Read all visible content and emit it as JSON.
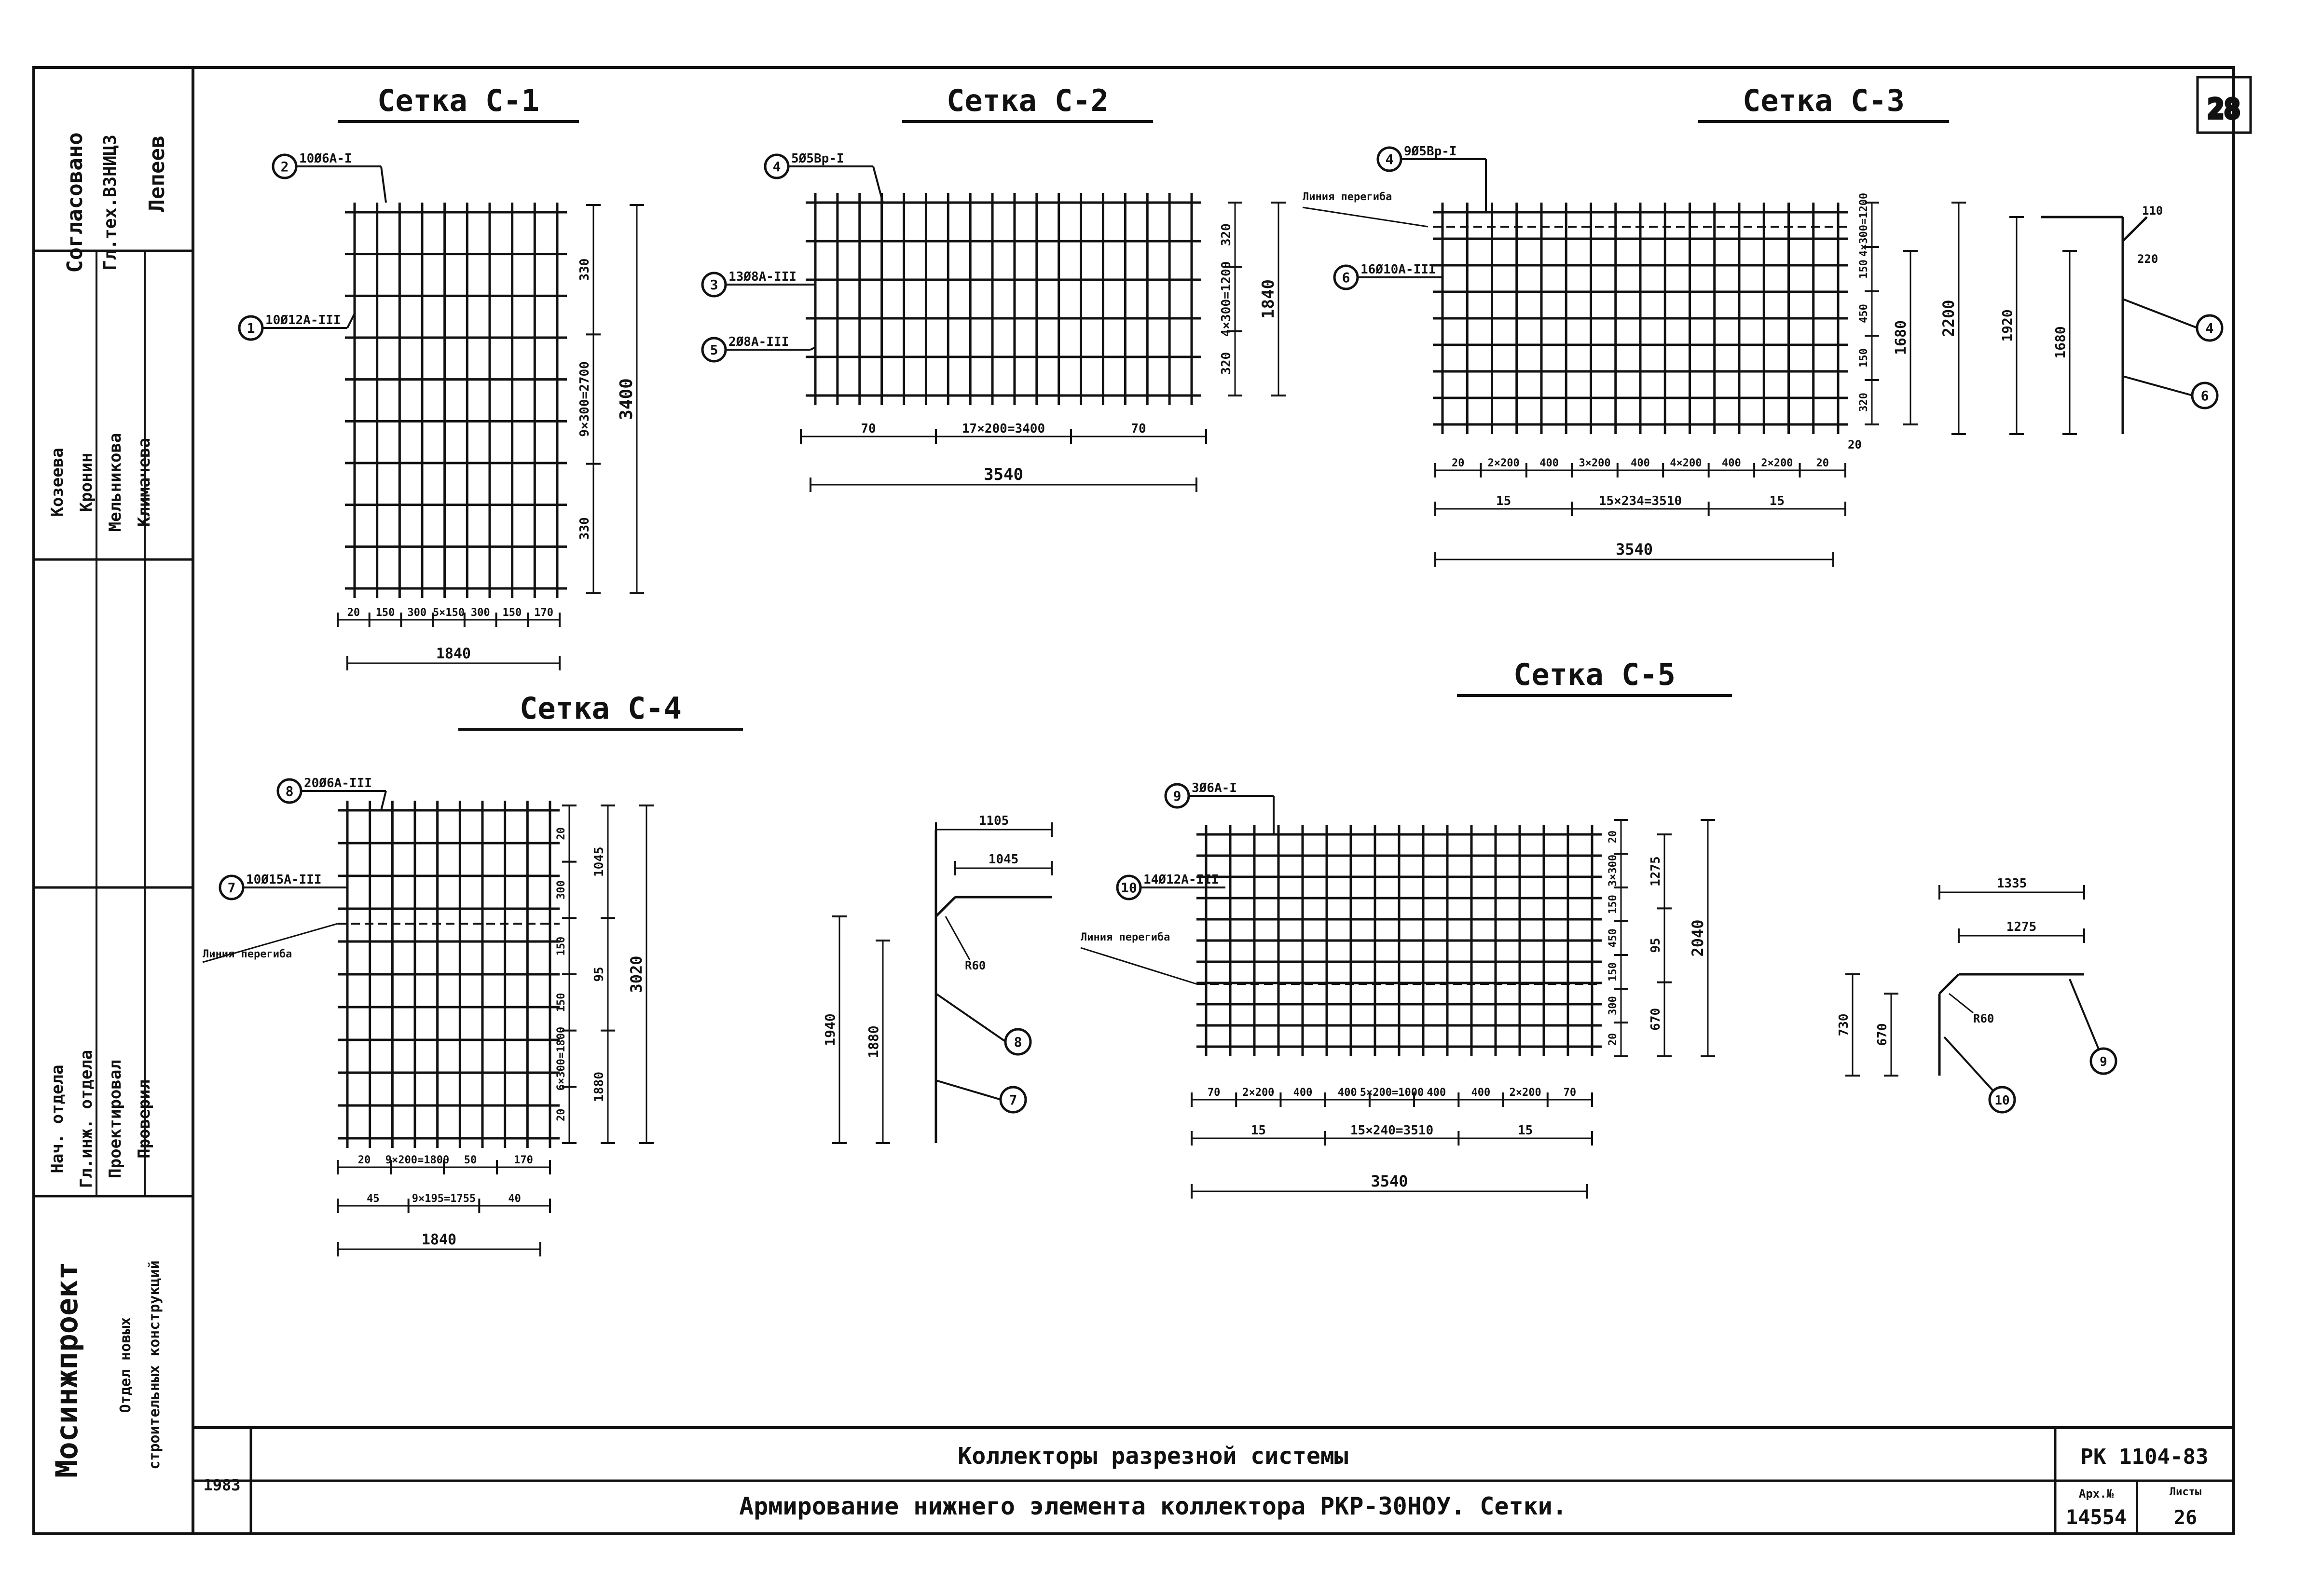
{
  "sheet_number": "28",
  "side_stamp": {
    "agreed_header": "Согласовано",
    "agreed_role": "Гл.тех.ВЗНИЦЗ",
    "agreed_name": "Лепеев",
    "roles": [
      "Нач. отдела",
      "Гл.инж. отдела",
      "Проектировал",
      "Проверил"
    ],
    "names": [
      "Козеева",
      "Кронин",
      "Мельникова",
      "Климачева"
    ],
    "org_name": "Мосинжпроект",
    "dept_line1": "Отдел новых",
    "dept_line2": "строительных конструкций"
  },
  "title_block": {
    "year": "1983",
    "subtitle": "Коллекторы разрезной системы",
    "title": "Армирование нижнего элемента коллектора РКР-30НОУ. Сетки.",
    "doc_code": "РК 1104-83",
    "archive_label": "Арх.№",
    "archive_number": "14554",
    "sheet_label": "Листы",
    "sheet_value": "26"
  },
  "meshes": {
    "c1": {
      "title": "Сетка С-1",
      "callouts": [
        {
          "num": "2",
          "spec": "10Ø6А-I"
        },
        {
          "num": "1",
          "spec": "10Ø12А-III"
        }
      ],
      "dims": {
        "bottom_chain": [
          "20",
          "150",
          "300",
          "5×150",
          "300",
          "150",
          "170"
        ],
        "overall_width": "1840",
        "right_chain": [
          "330",
          "9×300=2700",
          "330"
        ],
        "overall_height": "3400"
      }
    },
    "c2": {
      "title": "Сетка С-2",
      "callouts": [
        {
          "num": "4",
          "spec": "5Ø5Вр-I"
        },
        {
          "num": "3",
          "spec": "13Ø8А-III"
        },
        {
          "num": "5",
          "spec": "2Ø8А-III"
        }
      ],
      "dims": {
        "bottom_chain": [
          "70",
          "17×200=3400",
          "70"
        ],
        "overall_width": "3540",
        "right_chain": [
          "320",
          "4×300=1200",
          "320"
        ],
        "overall_height": "1840"
      }
    },
    "c3": {
      "title": "Сетка С-3",
      "callouts": [
        {
          "num": "4",
          "spec": "9Ø5Вр-I"
        },
        {
          "num": "6",
          "spec": "16Ø10А-III"
        }
      ],
      "bend_line": "Линия перегиба",
      "dims": {
        "bottom_chain1": [
          "20",
          "2×200",
          "400",
          "3×200",
          "400",
          "4×200",
          "400",
          "2×200",
          "20"
        ],
        "bottom_chain2": [
          "15",
          "15×234=3510",
          "15"
        ],
        "overall_width": "3540",
        "right_chain": [
          "4×300=1200",
          "150",
          "450",
          "150",
          "320"
        ],
        "right_inner": "1680",
        "overall_height": "2200",
        "bottom_right": "20"
      },
      "section": {
        "dims": [
          "1920",
          "1680",
          "110",
          "220"
        ],
        "labels": [
          "4",
          "6"
        ]
      }
    },
    "c4": {
      "title": "Сетка С-4",
      "callouts": [
        {
          "num": "8",
          "spec": "20Ø6А-III"
        },
        {
          "num": "7",
          "spec": "10Ø15А-III"
        }
      ],
      "bend_line": "Линия перегиба",
      "dims": {
        "bottom_chain1": [
          "20",
          "9×200=1800",
          "50",
          "170"
        ],
        "bottom_chain2": [
          "45",
          "9×195=1755",
          "40"
        ],
        "overall_width": "1840",
        "right_chain": [
          "20",
          "300",
          "150",
          "150",
          "6×300=1800",
          "20"
        ],
        "right_inner": [
          "1045",
          "95",
          "1880"
        ],
        "overall_height": "3020"
      },
      "section": {
        "dims": [
          "1105",
          "1045",
          "1940",
          "1880"
        ],
        "radius": "R60",
        "labels": [
          "8",
          "7"
        ]
      }
    },
    "c5": {
      "title": "Сетка С-5",
      "callouts": [
        {
          "num": "9",
          "spec": "3Ø6А-I"
        },
        {
          "num": "10",
          "spec": "14Ø12А-III"
        }
      ],
      "bend_line": "Линия перегиба",
      "dims": {
        "bottom_chain1": [
          "70",
          "2×200",
          "400",
          "400",
          "5×200=1000",
          "400",
          "400",
          "2×200",
          "70"
        ],
        "bottom_chain2": [
          "15",
          "15×240=3510",
          "15"
        ],
        "overall_width": "3540",
        "right_chain": [
          "20",
          "3×300",
          "150",
          "450",
          "150",
          "300",
          "20"
        ],
        "right_inner": [
          "1275",
          "95",
          "670"
        ],
        "overall_height": "2040"
      },
      "section": {
        "dims": [
          "1335",
          "1275",
          "730",
          "670"
        ],
        "radius": "R60",
        "labels": [
          "10",
          "9"
        ]
      }
    }
  }
}
